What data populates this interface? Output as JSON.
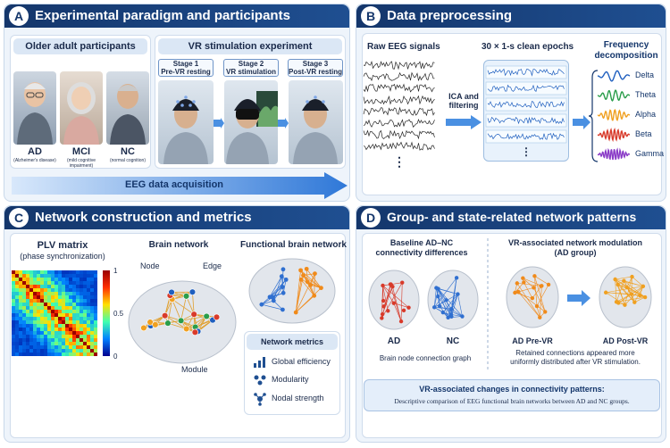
{
  "panelA": {
    "badge": "A",
    "title": "Experimental paradigm and participants",
    "older_title": "Older adult participants",
    "participants": [
      {
        "label": "AD",
        "sub": "(Alzheimer's disease)"
      },
      {
        "label": "MCI",
        "sub": "(mild cognitive impairment)"
      },
      {
        "label": "NC",
        "sub": "(normal cognition)"
      }
    ],
    "vr_title": "VR stimulation experiment",
    "stages": [
      {
        "stage": "Stage 1",
        "name": "Pre-VR resting"
      },
      {
        "stage": "Stage 2",
        "name": "VR stimulation"
      },
      {
        "stage": "Stage 3",
        "name": "Post-VR resting"
      }
    ],
    "arrow_label": "EEG data acquisition"
  },
  "panelB": {
    "badge": "B",
    "title": "Data preprocessing",
    "raw_label": "Raw EEG signals",
    "ica_label_1": "ICA and",
    "ica_label_2": "filtering",
    "epochs_label": "30 × 1-s clean epochs",
    "freq_title_1": "Frequency",
    "freq_title_2": "decomposition",
    "bands": [
      {
        "name": "Delta",
        "color": "#1f5fbf"
      },
      {
        "name": "Theta",
        "color": "#2a9d4a"
      },
      {
        "name": "Alpha",
        "color": "#f0a020"
      },
      {
        "name": "Beta",
        "color": "#d83a2a"
      },
      {
        "name": "Gamma",
        "color": "#8a3bc7"
      }
    ],
    "dots": "⋮"
  },
  "panelC": {
    "badge": "C",
    "title": "Network construction and metrics",
    "plv_title": "PLV matrix",
    "plv_sub": "(phase synchronization)",
    "colorbar_ticks": [
      "1",
      "0.5",
      "0"
    ],
    "brain_title": "Brain network",
    "node_label": "Node",
    "edge_label": "Edge",
    "module_label": "Module",
    "fbn_title": "Functional brain network",
    "metrics_title": "Network metrics",
    "metrics": [
      "Global efficiency",
      "Modularity",
      "Nodal strength"
    ]
  },
  "panelD": {
    "badge": "D",
    "title": "Group- and state-related network patterns",
    "baseline_title_1": "Baseline AD–NC",
    "baseline_title_2": "connectivity differences",
    "ad_label": "AD",
    "nc_label": "NC",
    "graph_caption": "Brain node connection graph",
    "vr_title_1": "VR-associated network modulation",
    "vr_title_2": "(AD group)",
    "pre_label": "AD Pre-VR",
    "post_label": "AD Post-VR",
    "retained_1": "Retained connections appeared more",
    "retained_2": "uniformly distributed after VR stimulation.",
    "summary_title": "VR-associated changes in connectivity patterns:",
    "summary_text": "Descriptive comparison of EEG functional brain networks between AD and NC groups."
  }
}
